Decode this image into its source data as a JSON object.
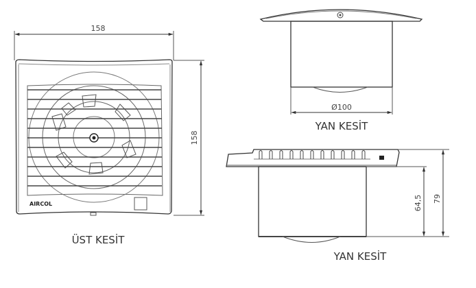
{
  "front_view": {
    "caption": "ÜST KESİT",
    "width_label": "158",
    "height_label": "158",
    "brand": "AIRCOL"
  },
  "side_view_top": {
    "caption": "YAN KESİT",
    "diameter_label": "Ø100"
  },
  "side_view_bottom": {
    "caption": "YAN KESİT",
    "body_height_label": "64,5",
    "total_height_label": "79"
  }
}
